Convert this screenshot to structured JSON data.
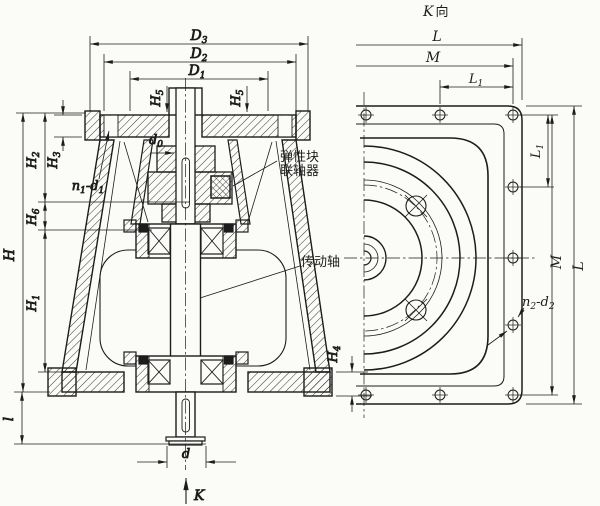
{
  "colors": {
    "ink": "#1c1c1c",
    "paper": "#fbfbf8"
  },
  "front_view": {
    "dims": {
      "D3": {
        "base": "D",
        "sub": "3"
      },
      "D2": {
        "base": "D",
        "sub": "2"
      },
      "D1": {
        "base": "D",
        "sub": "1"
      },
      "H5_left": {
        "base": "H",
        "sub": "5"
      },
      "H5_right": {
        "base": "H",
        "sub": "5"
      },
      "H3": {
        "base": "H",
        "sub": "3"
      },
      "H2": {
        "base": "H",
        "sub": "2"
      },
      "H6": {
        "base": "H",
        "sub": "6"
      },
      "H": {
        "base": "H",
        "sub": ""
      },
      "H1": {
        "base": "H",
        "sub": "1"
      },
      "l": {
        "base": "l",
        "sub": ""
      },
      "H4": {
        "base": "H",
        "sub": "4"
      },
      "d": {
        "base": "d",
        "sub": ""
      },
      "d0": {
        "base": "d",
        "sub": "0"
      },
      "n1_d1": {
        "p1": "n",
        "s1": "1",
        "p2": "-d",
        "s2": "1"
      },
      "K_arrow": "K"
    },
    "callouts": {
      "coupling_line1": "弹性块",
      "coupling_line2": "联轴器",
      "drive_shaft": "传动轴"
    }
  },
  "side_view": {
    "title": {
      "k": "K",
      "xiang": "向"
    },
    "dims": {
      "L_top": "L",
      "M_top": "M",
      "L1_top": {
        "base": "L",
        "sub": "1"
      },
      "L1_side": {
        "base": "L",
        "sub": "1"
      },
      "M_side": "M",
      "L_side": "L",
      "n2_d2": {
        "p1": "n",
        "s1": "2",
        "p2": "-d",
        "s2": "2"
      }
    }
  }
}
